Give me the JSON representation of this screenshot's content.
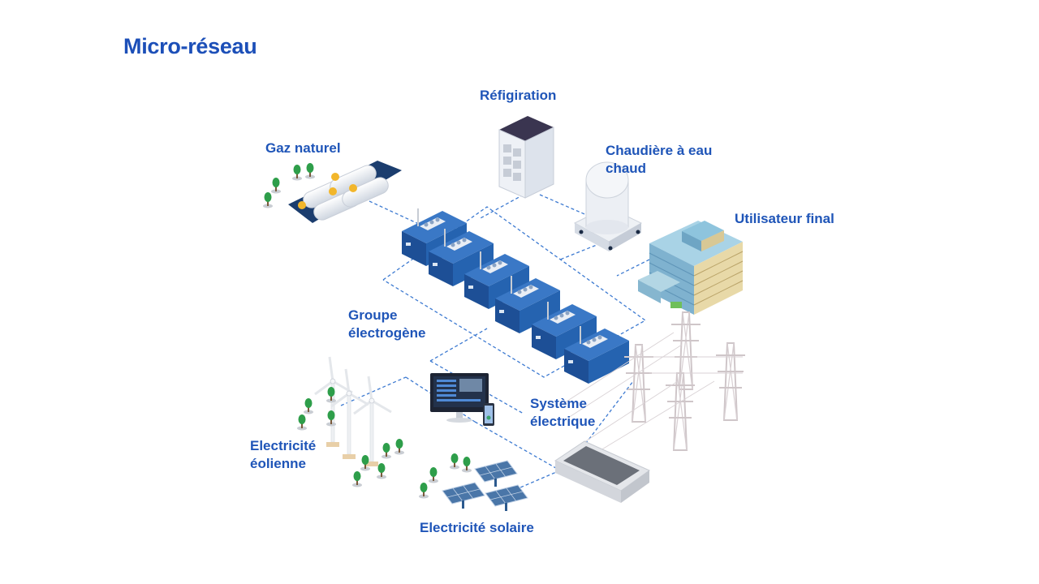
{
  "title": "Micro-réseau",
  "labels": {
    "refrigeration": "Réfigiration",
    "gas_natural": "Gaz naturel",
    "boiler_line1": "Chaudière à eau",
    "boiler_line2": "chaud",
    "end_user": "Utilisateur final",
    "genset_line1": "Groupe",
    "genset_line2": "électrogène",
    "power_line1": "Système",
    "power_line2": "électrique",
    "wind_line1": "Electricité",
    "wind_line2": "éolienne",
    "solar": "Electricité solaire"
  },
  "colors": {
    "title": "#1c4fb8",
    "label": "#1f55b8",
    "genset_blue": "#1e5aa8",
    "dashed_line": "#3d7ad1"
  }
}
